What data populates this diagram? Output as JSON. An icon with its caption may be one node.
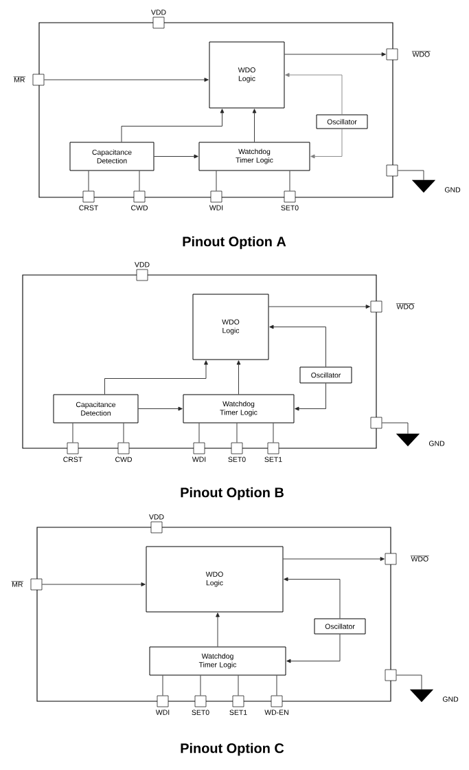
{
  "diagram": {
    "nodes": [
      {
        "text": [],
        "shape": "box"
      },
      {
        "text": [
          "VDD"
        ]
      },
      {
        "text": [
          "MR"
        ]
      },
      {
        "text": [
          "WDO"
        ]
      },
      {
        "text": [
          "WDO Logic"
        ],
        "in": 0
      },
      {
        "text": [
          "Oscillator"
        ],
        "in": 0
      },
      {
        "text": [
          "Capacitance Detection"
        ],
        "in": 0
      },
      {
        "text": [
          "Watchdog Timer Logic"
        ],
        "in": 0
      },
      {
        "text": [
          "CRST"
        ]
      },
      {
        "text": [
          "CWD"
        ]
      },
      {
        "text": [
          "WDI"
        ]
      },
      {
        "text": [
          "SET0"
        ]
      },
      {
        "text": [],
        "shape": "box"
      },
      {
        "text": [
          "GND"
        ]
      },
      {
        "text": [],
        "shape": "box"
      },
      {
        "text": [
          "VDD"
        ]
      },
      {
        "text": [
          "WDO"
        ]
      },
      {
        "text": [
          "WDO Logic"
        ],
        "in": 14
      },
      {
        "text": [
          "Oscillator"
        ],
        "in": 14
      },
      {
        "text": [
          "Capacitance Detection"
        ],
        "in": 14
      },
      {
        "text": [
          "Watchdog Timer Logic"
        ],
        "in": 14
      },
      {
        "text": [
          "CRST"
        ]
      },
      {
        "text": [
          "CWD"
        ]
      },
      {
        "text": [
          "WDI"
        ]
      },
      {
        "text": [
          "SET0"
        ]
      },
      {
        "text": [
          "SET1"
        ]
      },
      {
        "text": [],
        "shape": "box"
      },
      {
        "text": [
          "GND"
        ]
      },
      {
        "text": [],
        "shape": "box"
      },
      {
        "text": [
          "VDD"
        ]
      },
      {
        "text": [
          "MR"
        ]
      },
      {
        "text": [
          "WDO"
        ]
      },
      {
        "text": [
          "WDO Logic"
        ],
        "in": 28
      },
      {
        "text": [
          "Oscillator"
        ],
        "in": 28
      },
      {
        "text": [
          "Watchdog Timer Logic"
        ],
        "in": 28
      },
      {
        "text": [
          "WDI"
        ]
      },
      {
        "text": [
          "SET0"
        ]
      },
      {
        "text": [
          "SET1"
        ]
      },
      {
        "text": [
          "WD-EN"
        ]
      },
      {
        "text": [],
        "shape": "box"
      },
      {
        "text": [
          "GND"
        ]
      }
    ],
    "edges": [
      {
        "from": 2,
        "to": 4,
        "arrow": "to"
      },
      {
        "from": 4,
        "to": 3,
        "arrow": "to"
      },
      {
        "from": 5,
        "to": 4,
        "arrow": "to",
        "color": "#808080"
      },
      {
        "from": 5,
        "to": 7,
        "arrow": "to",
        "color": "#808080"
      },
      {
        "from": 6,
        "to": 4,
        "arrow": "to"
      },
      {
        "from": 6,
        "to": 7,
        "arrow": "to"
      },
      {
        "from": 7,
        "to": 4,
        "arrow": "to"
      },
      {
        "from": 8,
        "to": 6,
        "arrow": "none"
      },
      {
        "from": 9,
        "to": 6,
        "arrow": "none"
      },
      {
        "from": 10,
        "to": 7,
        "arrow": "none"
      },
      {
        "from": 11,
        "to": 7,
        "arrow": "none"
      },
      {
        "from": 12,
        "to": 13,
        "arrow": "none"
      },
      {
        "from": 17,
        "to": 16,
        "arrow": "to"
      },
      {
        "from": 18,
        "to": 17,
        "arrow": "to"
      },
      {
        "from": 18,
        "to": 20,
        "arrow": "to"
      },
      {
        "from": 19,
        "to": 17,
        "arrow": "to"
      },
      {
        "from": 19,
        "to": 20,
        "arrow": "to"
      },
      {
        "from": 20,
        "to": 17,
        "arrow": "to"
      },
      {
        "from": 21,
        "to": 19,
        "arrow": "none"
      },
      {
        "from": 22,
        "to": 19,
        "arrow": "none"
      },
      {
        "from": 23,
        "to": 20,
        "arrow": "none"
      },
      {
        "from": 24,
        "to": 20,
        "arrow": "none"
      },
      {
        "from": 25,
        "to": 20,
        "arrow": "none"
      },
      {
        "from": 26,
        "to": 27,
        "arrow": "none"
      },
      {
        "from": 30,
        "to": 32,
        "arrow": "to"
      },
      {
        "from": 32,
        "to": 31,
        "arrow": "to"
      },
      {
        "from": 33,
        "to": 32,
        "arrow": "to"
      },
      {
        "from": 33,
        "to": 34,
        "arrow": "to"
      },
      {
        "from": 34,
        "to": 32,
        "arrow": "to"
      },
      {
        "from": 35,
        "to": 34,
        "arrow": "none"
      },
      {
        "from": 36,
        "to": 34,
        "arrow": "none"
      },
      {
        "from": 37,
        "to": 34,
        "arrow": "none"
      },
      {
        "from": 38,
        "to": 34,
        "arrow": "none"
      },
      {
        "from": 39,
        "to": 40,
        "arrow": "none"
      }
    ],
    "labels": [
      "Pinout Option A",
      "Pinout Option B",
      "Pinout Option C"
    ]
  }
}
